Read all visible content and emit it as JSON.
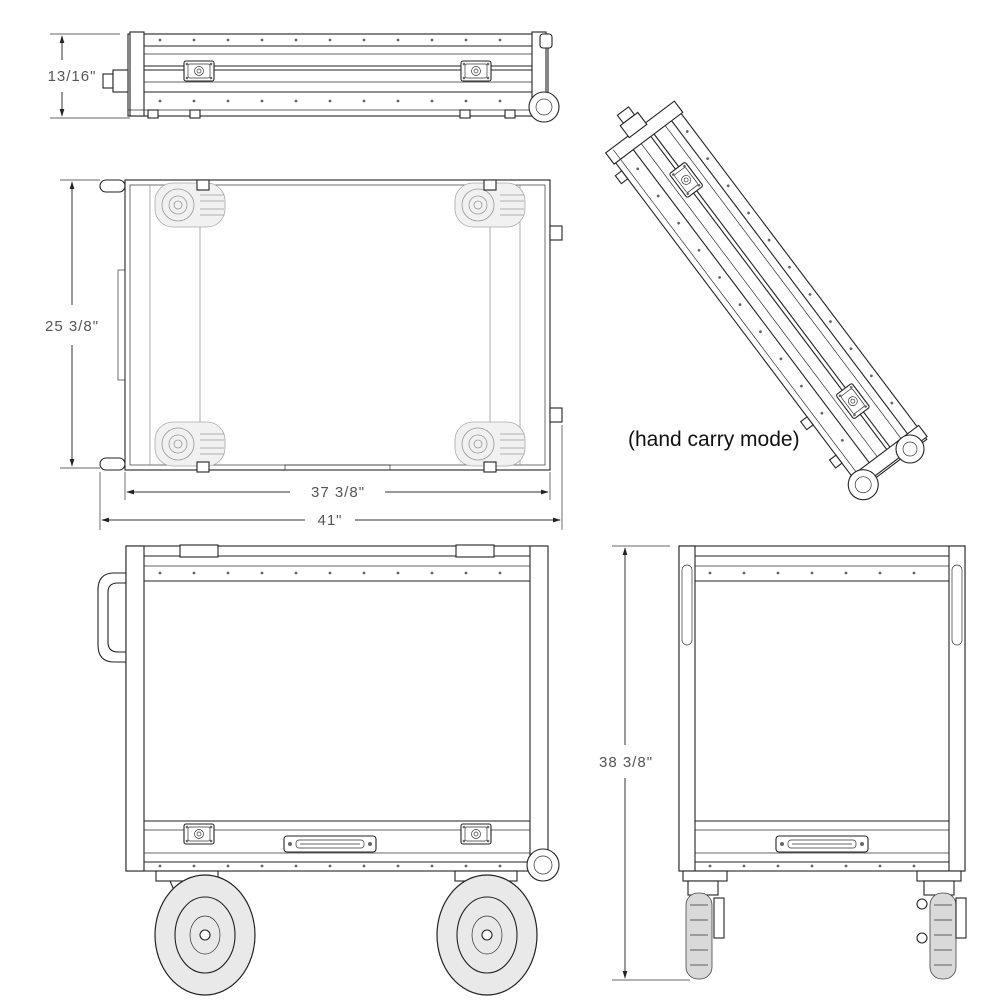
{
  "dimensions": {
    "side_height": "13/16\"",
    "top_depth": "25 3/8\"",
    "top_inner_width": "37 3/8\"",
    "top_overall_width": "41\"",
    "front_height": "38 3/8\""
  },
  "caption": "(hand carry mode)"
}
